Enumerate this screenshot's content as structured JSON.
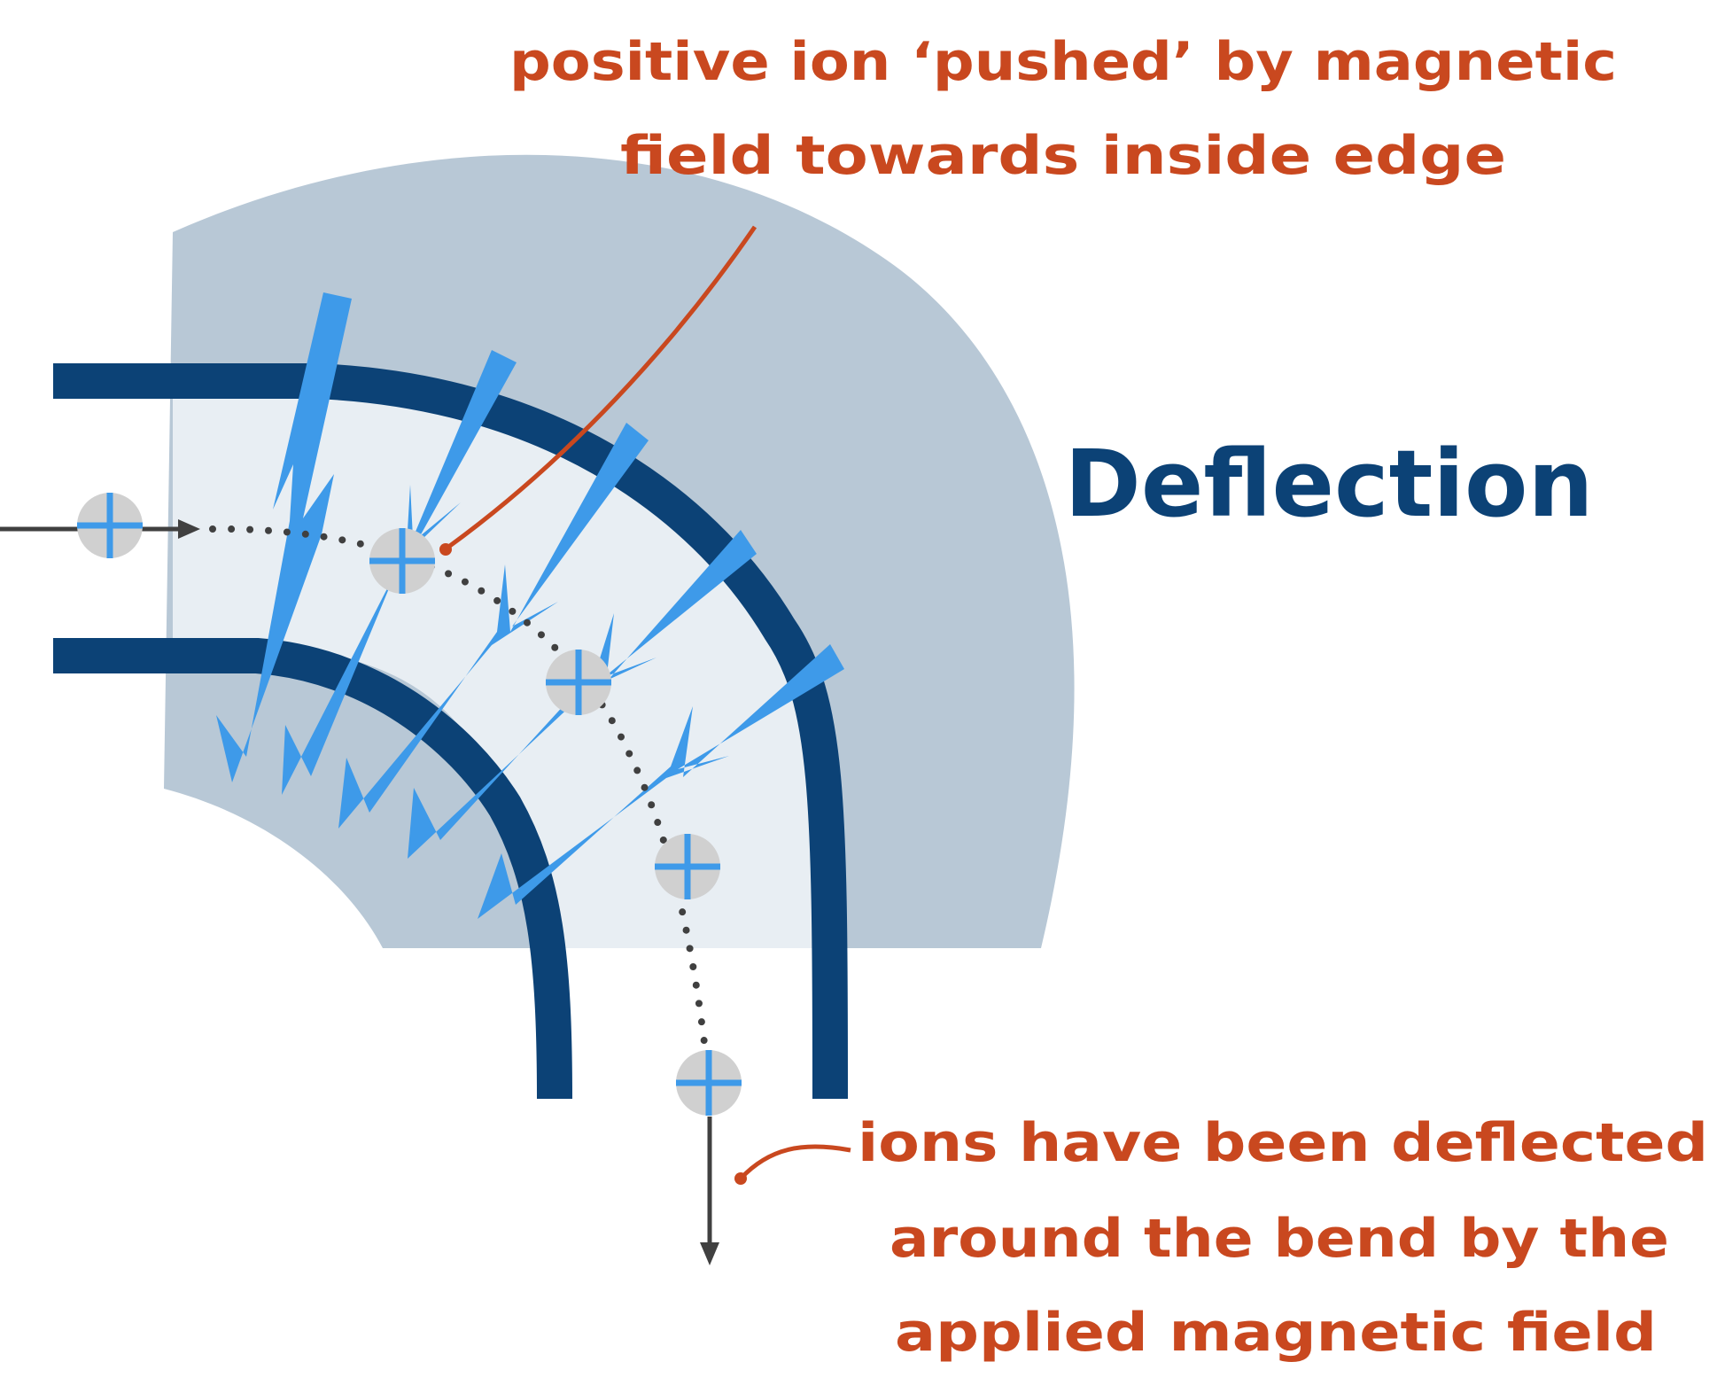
{
  "diagram": {
    "title": "Deflection",
    "annotation_top": {
      "line1": "positive ion ‘pushed’ by magnetic",
      "line2": "field towards inside edge"
    },
    "annotation_bottom": {
      "line1": "ions have been deflected",
      "line2": "around the bend by the",
      "line3": "applied magnetic field"
    },
    "ion_symbol": "+",
    "colors": {
      "field_region": "#b8c8d6",
      "tube_interior": "#e8eef3",
      "tube_wall": "#0c4276",
      "field_arrow": "#3e9ae9",
      "ion": "#d0d0d0",
      "ion_path": "#404040",
      "annotation": "#c9481f",
      "title": "#0c4276"
    },
    "icons": [
      "positive-ion-icon",
      "magnetic-field-arrow",
      "ion-path-arrow"
    ]
  }
}
